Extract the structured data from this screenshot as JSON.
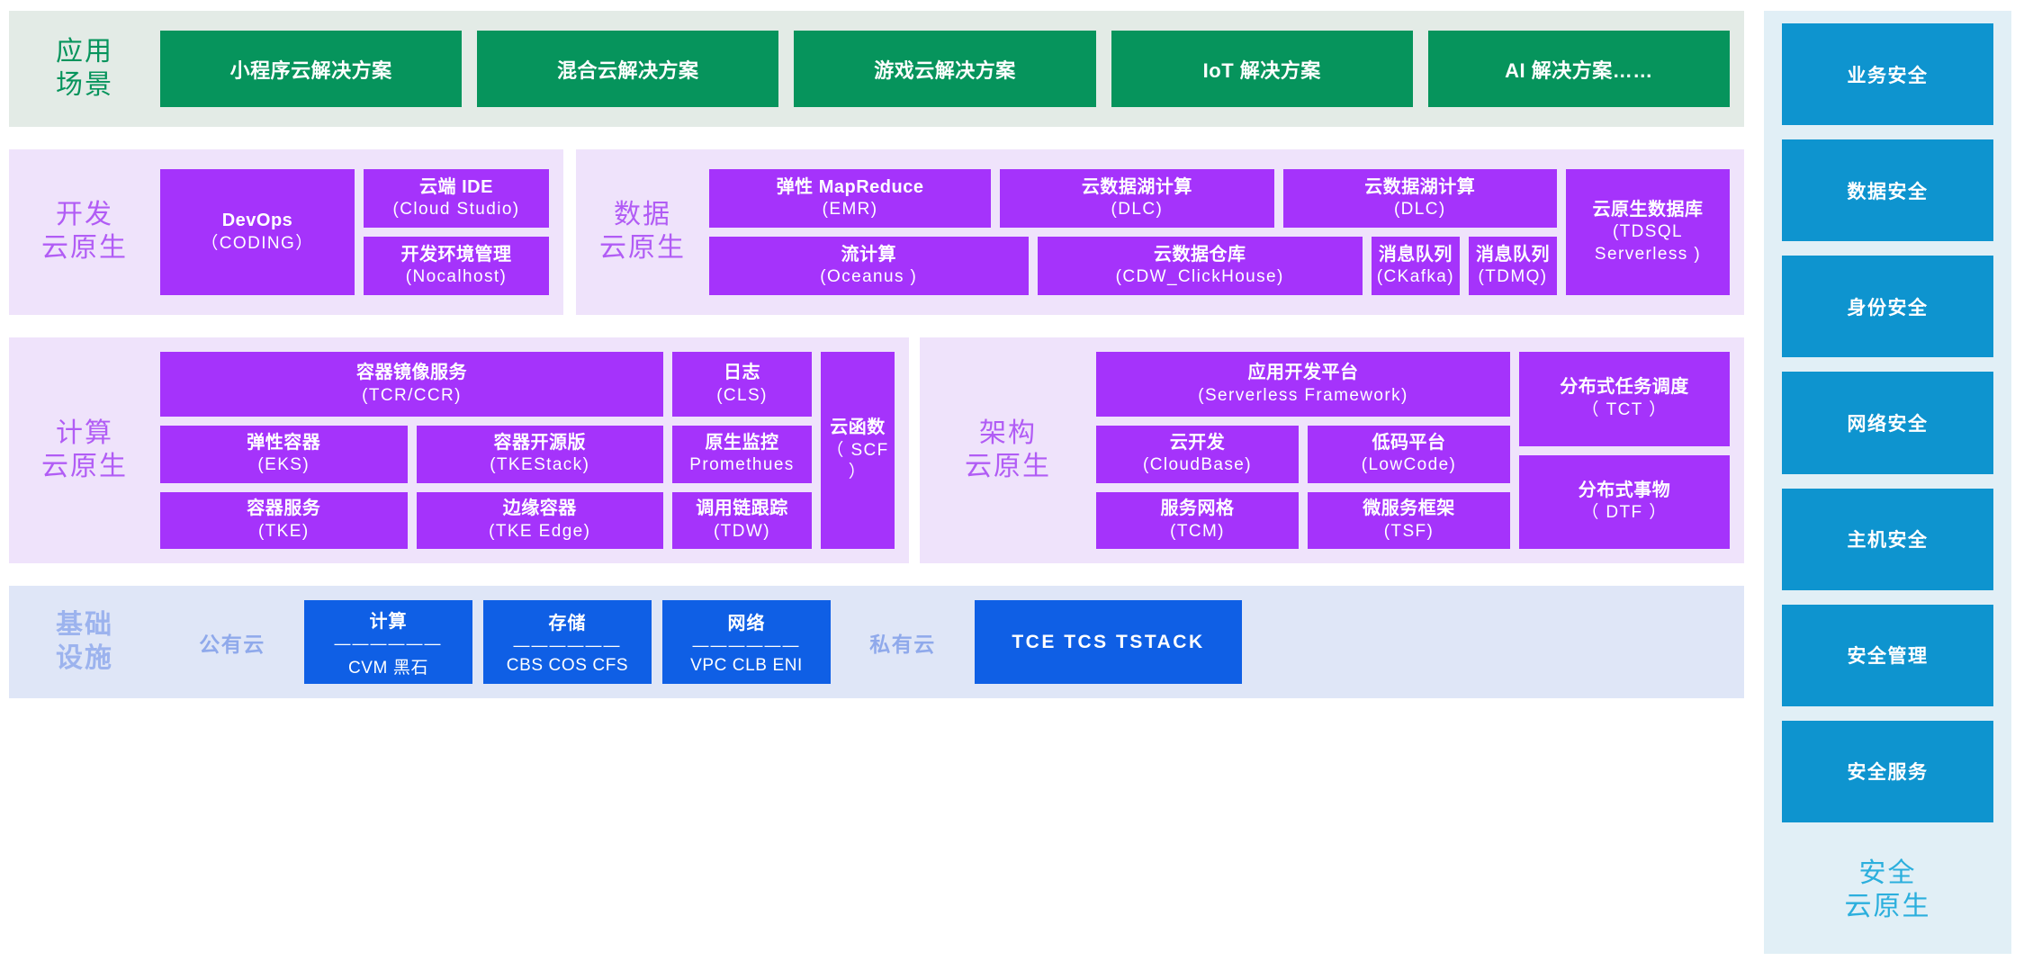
{
  "scenarios": {
    "label_line1": "应用",
    "label_line2": "场景",
    "items": [
      {
        "label": "小程序云解决方案"
      },
      {
        "label": "混合云解决方案"
      },
      {
        "label": "游戏云解决方案"
      },
      {
        "label": "IoT 解决方案"
      },
      {
        "label": "AI 解决方案……"
      }
    ]
  },
  "dev": {
    "label_line1": "开发",
    "label_line2": "云原生",
    "devops": {
      "l1": "DevOps",
      "l2": "（CODING）"
    },
    "ide": {
      "l1": "云端 IDE",
      "l2": "(Cloud Studio)"
    },
    "env": {
      "l1": "开发环境管理",
      "l2": "(Nocalhost)"
    }
  },
  "data": {
    "label_line1": "数据",
    "label_line2": "云原生",
    "emr": {
      "l1": "弹性 MapReduce",
      "l2": "(EMR)"
    },
    "dlc1": {
      "l1": "云数据湖计算",
      "l2": "(DLC)"
    },
    "dlc2": {
      "l1": "云数据湖计算",
      "l2": "(DLC)"
    },
    "oceanus": {
      "l1": "流计算",
      "l2": "(Oceanus )"
    },
    "cdw": {
      "l1": "云数据仓库",
      "l2": "(CDW_ClickHouse)"
    },
    "ckafka": {
      "l1": "消息队列",
      "l2": "(CKafka)"
    },
    "tdmq": {
      "l1": "消息队列",
      "l2": "(TDMQ)"
    },
    "tdsql": {
      "l1": "云原生数据库",
      "l2": "(TDSQL Serverless )"
    }
  },
  "compute": {
    "label_line1": "计算",
    "label_line2": "云原生",
    "tcr": {
      "l1": "容器镜像服务",
      "l2": "(TCR/CCR)"
    },
    "cls": {
      "l1": "日志",
      "l2": "(CLS)"
    },
    "eks": {
      "l1": "弹性容器",
      "l2": "(EKS)"
    },
    "tkestack": {
      "l1": "容器开源版",
      "l2": "(TKEStack)"
    },
    "prometheus": {
      "l1": "原生监控",
      "l2": "Promethues"
    },
    "tke": {
      "l1": "容器服务",
      "l2": "(TKE)"
    },
    "tkeedge": {
      "l1": "边缘容器",
      "l2": "(TKE Edge)"
    },
    "tdw": {
      "l1": "调用链跟踪",
      "l2": "(TDW)"
    },
    "scf": {
      "l1": "云函数",
      "l2": "（ SCF ）"
    }
  },
  "arch": {
    "label_line1": "架构",
    "label_line2": "云原生",
    "serverless": {
      "l1": "应用开发平台",
      "l2": "(Serverless Framework)"
    },
    "cloudbase": {
      "l1": "云开发",
      "l2": "(CloudBase)"
    },
    "lowcode": {
      "l1": "低码平台",
      "l2": "(LowCode)"
    },
    "tcm": {
      "l1": "服务网格",
      "l2": "(TCM)"
    },
    "tsf": {
      "l1": "微服务框架",
      "l2": "(TSF)"
    },
    "tct": {
      "l1": "分布式任务调度",
      "l2": "（ TCT ）"
    },
    "dtf": {
      "l1": "分布式事物",
      "l2": "（ DTF ）"
    }
  },
  "infra": {
    "label_line1": "基础",
    "label_line2": "设施",
    "public_cloud": "公有云",
    "private_cloud": "私有云",
    "cards": [
      {
        "title": "计算",
        "divider": "——————",
        "sub": "CVM 黑石"
      },
      {
        "title": "存储",
        "divider": "——————",
        "sub": "CBS COS CFS"
      },
      {
        "title": "网络",
        "divider": "——————",
        "sub": "VPC CLB ENI"
      }
    ],
    "private_card": "TCE  TCS  TSTACK"
  },
  "security": {
    "items": [
      {
        "label": "业务安全"
      },
      {
        "label": "数据安全"
      },
      {
        "label": "身份安全"
      },
      {
        "label": "网络安全"
      },
      {
        "label": "主机安全"
      },
      {
        "label": "安全管理"
      },
      {
        "label": "安全服务"
      }
    ],
    "footer_line1": "安全",
    "footer_line2": "云原生"
  },
  "colors": {
    "scenario_accent": "#06945c",
    "scenario_bg": "#e3ebe6",
    "cloudnative_accent": "#a533fb",
    "cloudnative_bg": "#efe3fb",
    "cloudnative_label": "#b15cf5",
    "infra_accent": "#0f5fe5",
    "infra_bg": "#dfe6f7",
    "infra_label": "#9cb3ee",
    "security_accent": "#0e94cf",
    "security_bg": "#e1eff6",
    "security_label": "#2bafdd"
  }
}
